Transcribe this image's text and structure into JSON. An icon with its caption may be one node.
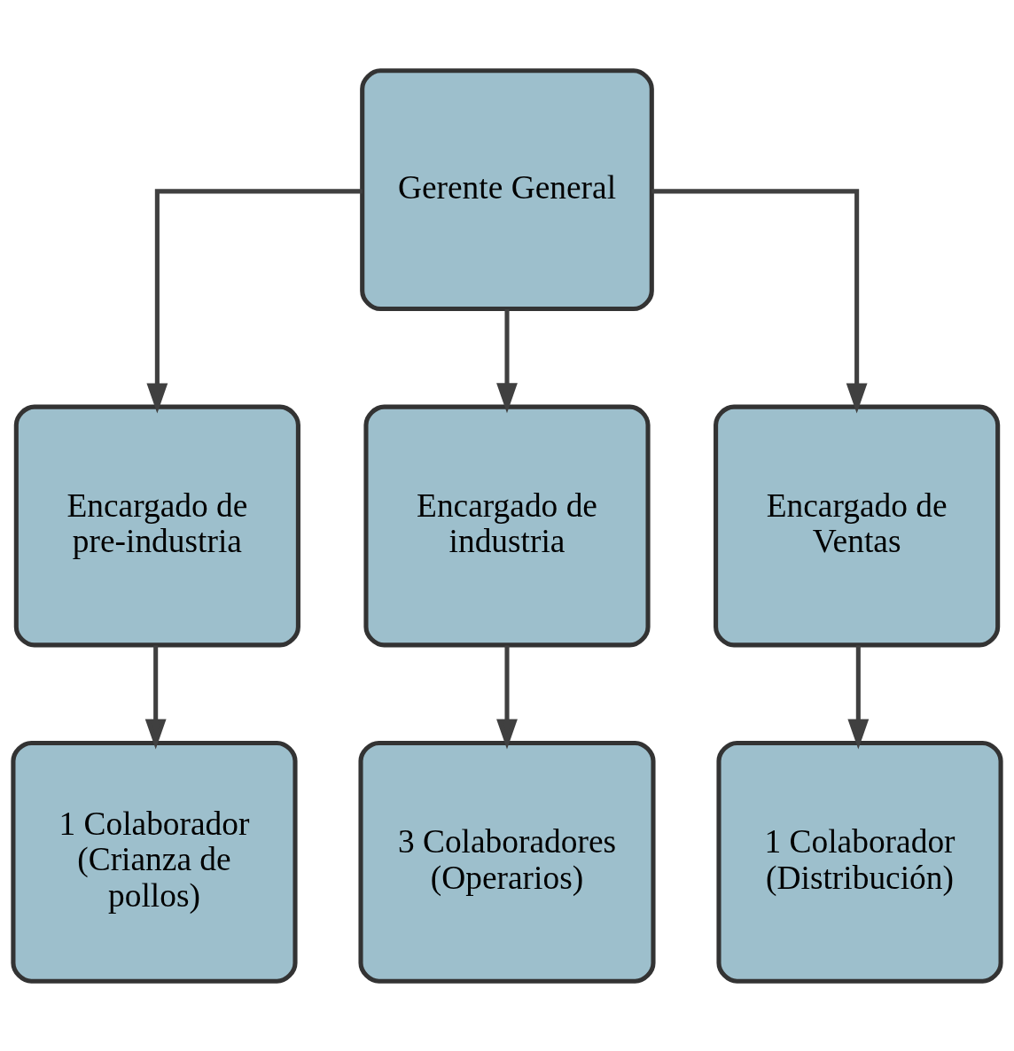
{
  "diagram": {
    "nodes": [
      {
        "text": [
          "Gerente General"
        ]
      },
      {
        "text": [
          "Encargado de pre-industria"
        ]
      },
      {
        "text": [
          "Encargado de industria"
        ]
      },
      {
        "text": [
          "Encargado de Ventas"
        ]
      },
      {
        "text": [
          "1 Colaborador (Crianza de pollos)"
        ]
      },
      {
        "text": [
          "3 Colaboradores (Operarios)"
        ]
      },
      {
        "text": [
          "1 Colaborador (Distribución)"
        ]
      }
    ],
    "edges": [
      {
        "from": 0,
        "to": 1,
        "arrow": "to"
      },
      {
        "from": 0,
        "to": 2,
        "arrow": "to"
      },
      {
        "from": 0,
        "to": 3,
        "arrow": "to"
      },
      {
        "from": 1,
        "to": 4,
        "arrow": "to"
      },
      {
        "from": 2,
        "to": 5,
        "arrow": "to"
      },
      {
        "from": 3,
        "to": 6,
        "arrow": "to"
      }
    ]
  }
}
